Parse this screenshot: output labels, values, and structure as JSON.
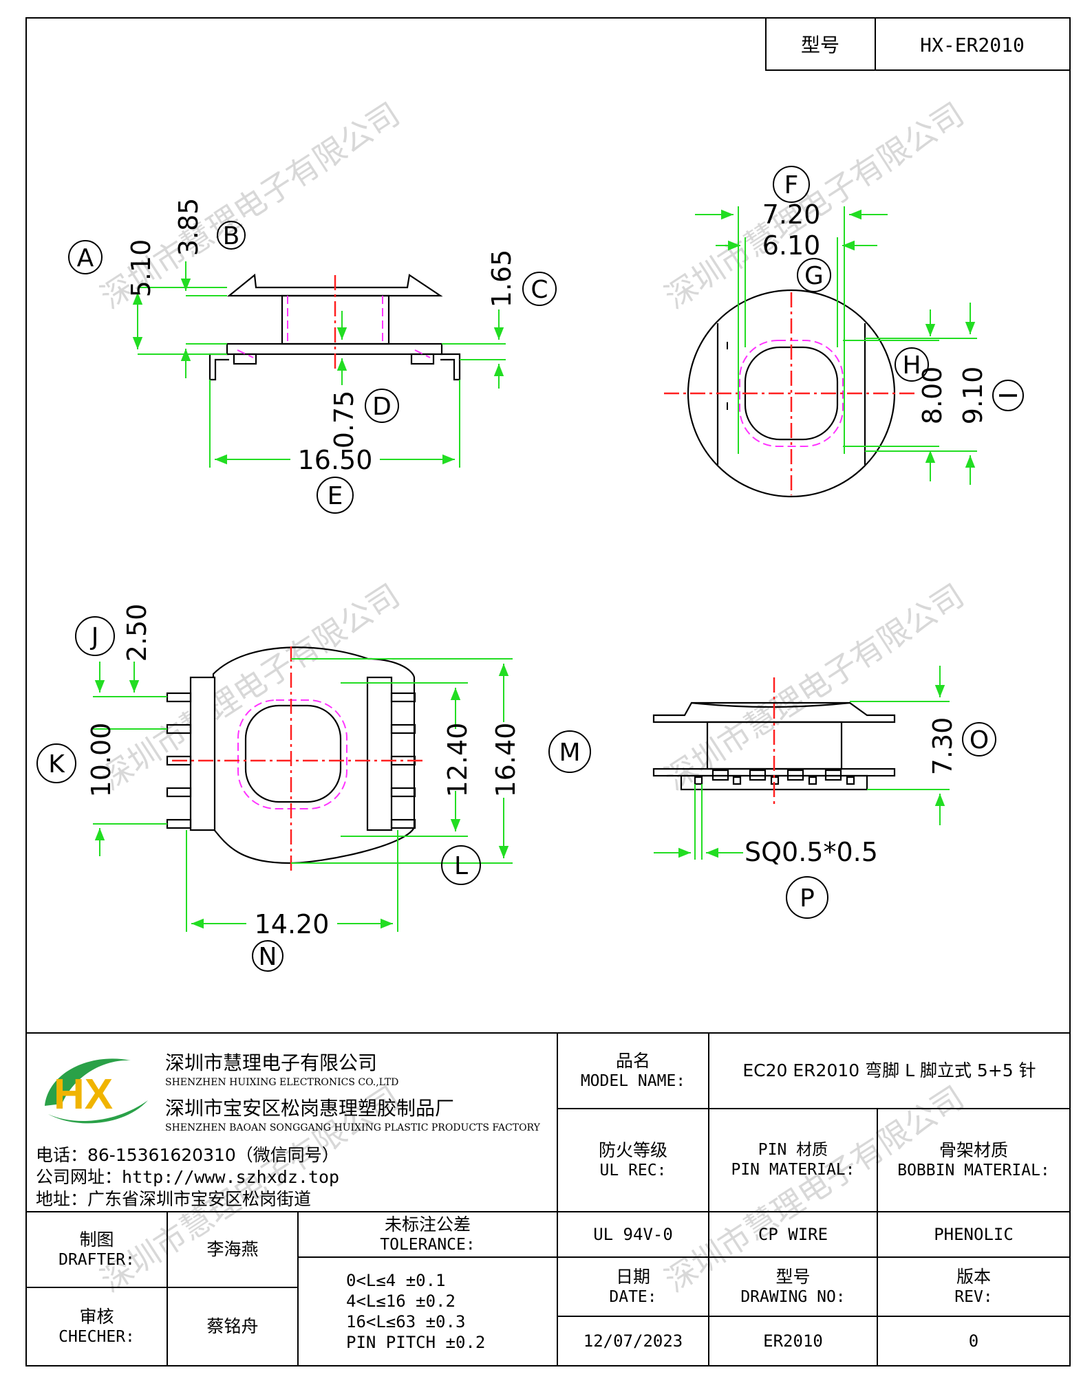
{
  "header": {
    "model_label": "型号",
    "model_value": "HX-ER2010"
  },
  "watermark": {
    "text": "深圳市慧理电子有限公司"
  },
  "dimensions": {
    "a": "5.10",
    "b": "3.85",
    "c": "1.65",
    "d": "0.75",
    "e": "16.50",
    "f": "7.20",
    "g": "6.10",
    "h": "8.00",
    "i": "9.10",
    "j": "2.50",
    "k": "10.00",
    "l": "12.40",
    "m": "16.40",
    "n": "14.20",
    "o": "7.30",
    "p": "SQ0.5*0.5"
  },
  "labels": [
    "A",
    "B",
    "C",
    "D",
    "E",
    "F",
    "G",
    "H",
    "I",
    "J",
    "K",
    "L",
    "M",
    "N",
    "O",
    "P"
  ],
  "company": {
    "name_cn": "深圳市慧理电子有限公司",
    "name_en": "SHENZHEN HUIXING ELECTRONICS CO.,LTD",
    "factory_cn": "深圳市宝安区松岗惠理塑胶制品厂",
    "factory_en": "SHENZHEN BAOAN SONGGANG HUIXING PLASTIC PRODUCTS FACTORY",
    "phone": "电话：86-15361620310（微信同号）",
    "website_label": "公司网址：",
    "website_url": "http://www.szhxdz.top",
    "address": "地址：广东省深圳市宝安区松岗街道",
    "logo_text": "HX"
  },
  "title_block": {
    "model_name_cn": "品名",
    "model_name_en": "MODEL NAME:",
    "model_name_value": "EC20 ER2010 弯脚 L 脚立式 5+5 针",
    "ul_cn": "防火等级",
    "ul_en": "UL REC:",
    "pin_mat_cn": "PIN 材质",
    "pin_mat_en": "PIN MATERIAL:",
    "bobbin_cn": "骨架材质",
    "bobbin_en": "BOBBIN MATERIAL:",
    "ul_value": "UL 94V-0",
    "pin_value": "CP WIRE",
    "bobbin_value": "PHENOLIC",
    "drafter_cn": "制图",
    "drafter_en": "DRAFTER:",
    "drafter_name": "李海燕",
    "checker_cn": "审核",
    "checker_en": "CHECHER:",
    "checker_name": "蔡铭舟",
    "tolerance_cn": "未标注公差",
    "tolerance_en": "TOLERANCE:",
    "tolerance_rows": [
      "0<L≤4   ±0.1",
      "4<L≤16  ±0.2",
      "16<L≤63  ±0.3",
      "PIN PITCH  ±0.2"
    ],
    "date_cn": "日期",
    "date_en": "DATE:",
    "drawing_cn": "型号",
    "drawing_en": "DRAWING NO:",
    "rev_cn": "版本",
    "rev_en": "REV:",
    "date_value": "12/07/2023",
    "drawing_value": "ER2010",
    "rev_value": "0"
  }
}
